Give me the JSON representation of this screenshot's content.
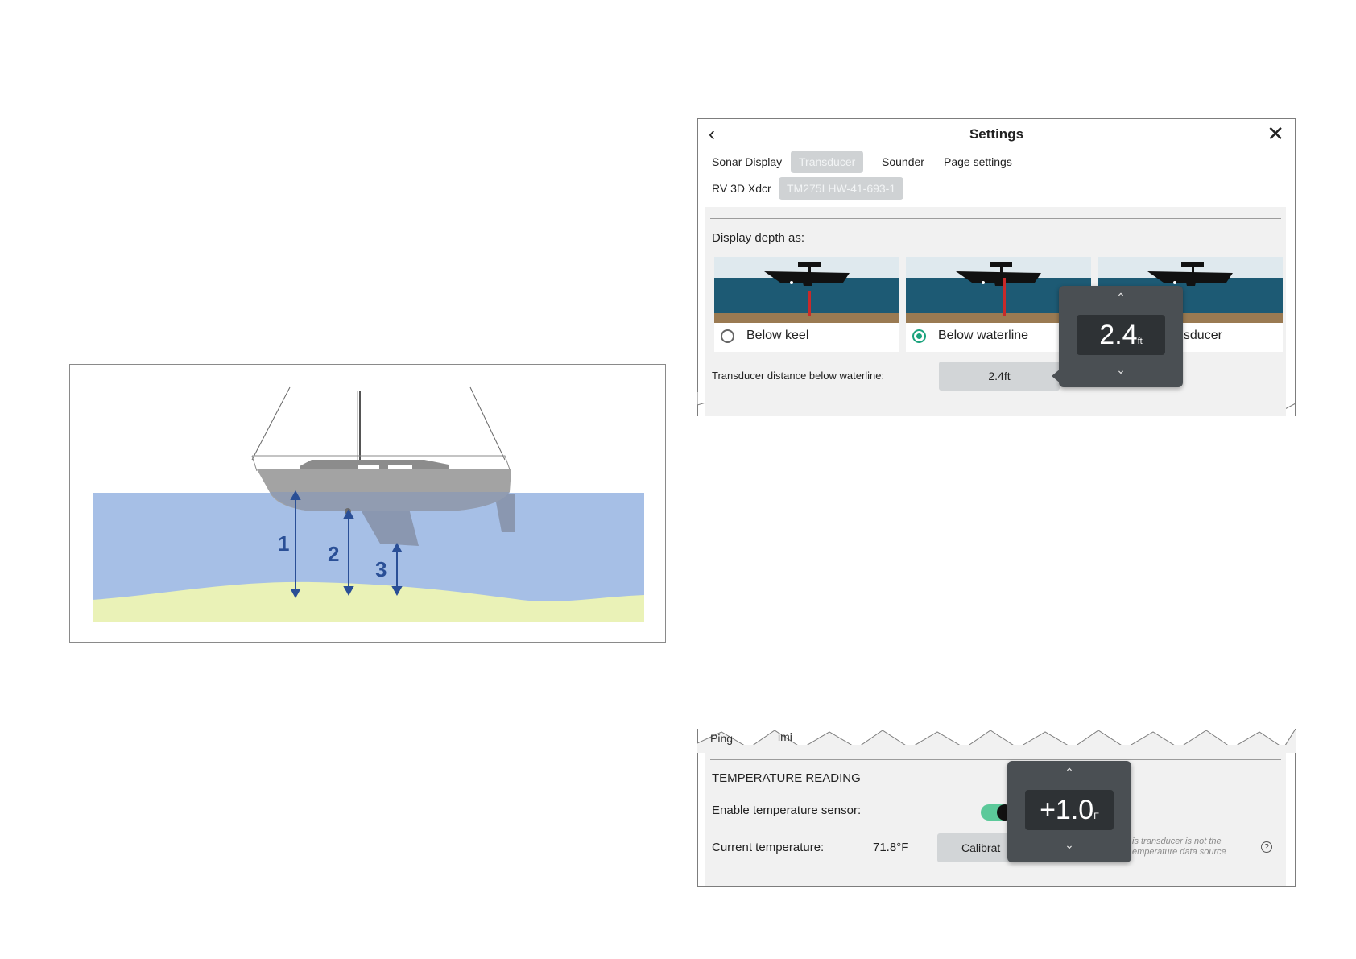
{
  "diagram": {
    "labels": [
      "1",
      "2",
      "3"
    ],
    "colors": {
      "water": "#a6bfe6",
      "seabed": "#eaf2b7",
      "hull": "#a3a3a3",
      "keel": "#8d9ab2",
      "arrow": "#2a4f96"
    }
  },
  "settings": {
    "title": "Settings",
    "back_icon": "chevron-left-icon",
    "close_icon": "close-icon",
    "tabs": [
      {
        "label": "Sonar Display",
        "active": false
      },
      {
        "label": "Transducer",
        "active": true
      },
      {
        "label": "Sounder",
        "active": false
      },
      {
        "label": "Page settings",
        "active": false
      }
    ],
    "subtabs": [
      {
        "label": "RV 3D Xdcr",
        "active": false
      },
      {
        "label": "TM275LHW-41-693-1",
        "active": true
      }
    ],
    "display_depth_label": "Display depth as:",
    "options": [
      {
        "label": "Below keel",
        "selected": false
      },
      {
        "label": "Below waterline",
        "selected": true
      },
      {
        "label": "nsducer",
        "selected": false
      }
    ],
    "transducer_distance_label": "Transducer distance below waterline:",
    "transducer_distance_value": "2.4ft",
    "popup": {
      "value": "2.4",
      "unit": "ft",
      "up_icon": "chevron-up-icon",
      "down_icon": "chevron-down-icon"
    }
  },
  "temperature": {
    "partial_text": "Ping",
    "partial_text2": "imi",
    "heading": "TEMPERATURE READING",
    "enable_label": "Enable temperature sensor:",
    "enable_on": true,
    "current_label": "Current temperature:",
    "current_value": "71.8°F",
    "calibrate_label": "Calibrat",
    "note_line1": "is transducer is not the",
    "note_line2": "emperature data source",
    "help_icon": "question-icon",
    "popup": {
      "value": "+1.0",
      "unit": "F"
    }
  }
}
